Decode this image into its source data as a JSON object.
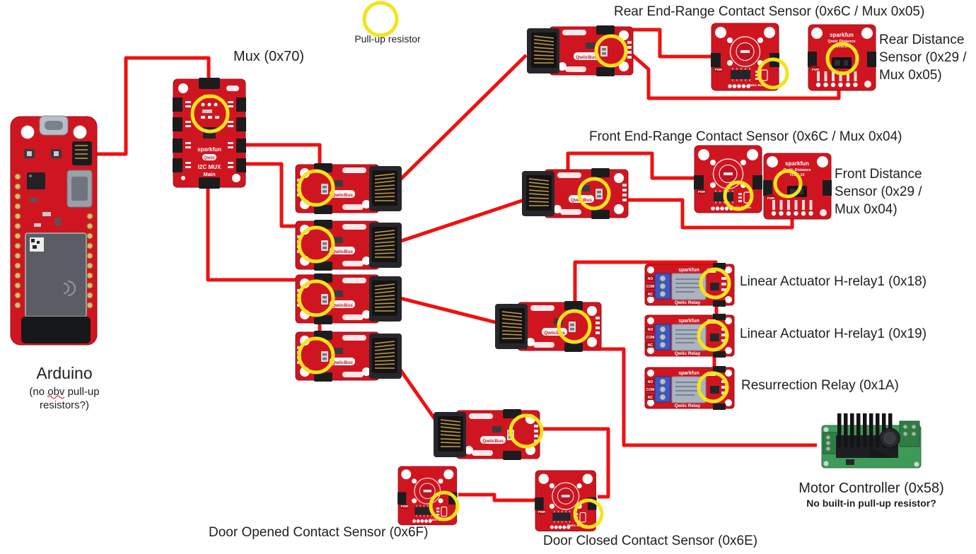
{
  "legend": {
    "pullup_label": "Pull-up resistor"
  },
  "captions": {
    "mux_title": "Mux (0x70)",
    "rear_group_title": "Rear End-Range Contact Sensor (0x6C / Mux 0x05)",
    "rear_distance_line1": "Rear Distance",
    "rear_distance_line2": "Sensor (0x29 /",
    "rear_distance_line3": "Mux 0x05)",
    "front_group_title": "Front End-Range Contact Sensor (0x6C / Mux 0x04)",
    "front_distance_line1": "Front Distance",
    "front_distance_line2": "Sensor (0x29 /",
    "front_distance_line3": "Mux 0x04)",
    "relay1_label": "Linear Actuator H-relay1 (0x18)",
    "relay2_label": "Linear Actuator H-relay1 (0x19)",
    "relay3_label": "Resurrection Relay (0x1A)",
    "arduino_title": "Arduino",
    "arduino_note_line1": "(no obv pull-up",
    "arduino_note_line2": "resistors?)",
    "motor_title": "Motor Controller (0x58)",
    "motor_note": "No built-in pull-up resistor?",
    "door_opened_label": "Door Opened Contact Sensor (0x6F)",
    "door_closed_label": "Door Closed Contact Sensor (0x6E)"
  },
  "board_text": {
    "main": "Main",
    "sparkfun": "sparkfun",
    "i2c_mux": "I2C MUX",
    "qwiic": "Qwiic",
    "qwiicbus": "QwiicBus",
    "qwiic_relay": "Qwiic Relay",
    "relay_no": "NO",
    "relay_com": "COM",
    "relay_nc": "NC",
    "qwiic_distance": "Qwiic Distance",
    "vl53l1x": "VL53L1X",
    "pwr": "PWR",
    "qwiic_button": "Qwiic Button"
  },
  "colors": {
    "wire_red": "#ee1111",
    "highlight_yellow": "#f5e31c",
    "board_red": "#cf1620",
    "pcb_green": "#3d9a57",
    "relay_gray": "#aab3c0",
    "terminal_blue": "#3a57c9"
  }
}
